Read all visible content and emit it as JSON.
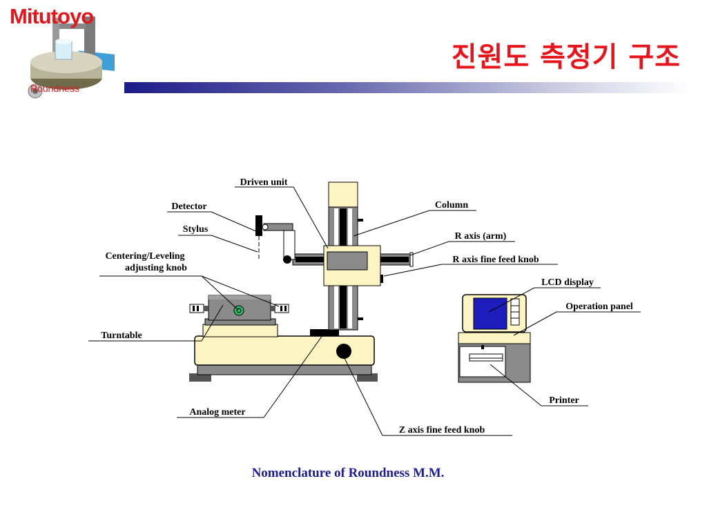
{
  "header": {
    "brand": "Mitutoyo",
    "product": "Roundness",
    "title": "진원도 측정기 구조"
  },
  "diagram": {
    "labels": {
      "driven_unit": "Driven unit",
      "detector": "Detector",
      "stylus": "Stylus",
      "centering_line1": "Centering/Leveling",
      "centering_line2": "adjusting knob",
      "turntable": "Turntable",
      "analog_meter": "Analog meter",
      "z_axis_knob": "Z axis fine feed knob",
      "column": "Column",
      "r_axis_arm": "R axis (arm)",
      "r_axis_knob": "R axis fine feed knob",
      "lcd_display": "LCD display",
      "operation_panel": "Operation panel",
      "printer": "Printer"
    },
    "colors": {
      "machine_body": "#fdf4c4",
      "machine_outline": "#000000",
      "metal_gray": "#8a8a8a",
      "dark_gray": "#555555",
      "screen_blue": "#1d1dbb",
      "knob_green": "#2db86a",
      "label_text": "#000000"
    }
  },
  "caption": "Nomenclature of Roundness M.M."
}
